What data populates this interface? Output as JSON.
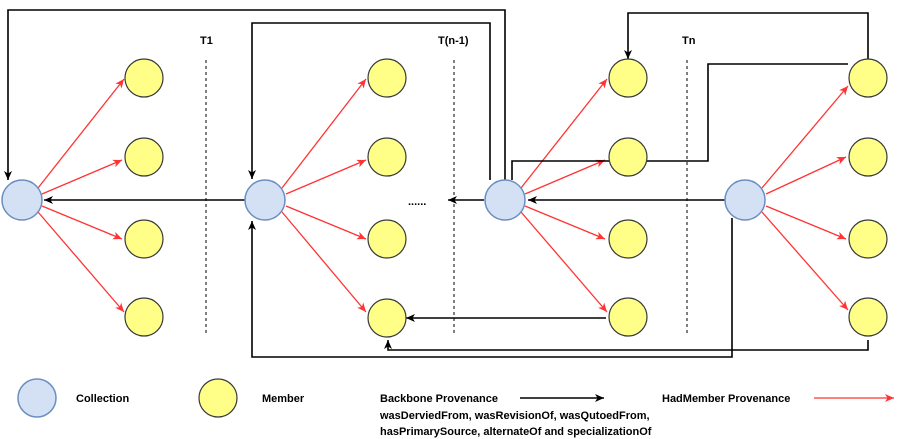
{
  "time_labels": {
    "t1": "T1",
    "tn_minus_1": "T(n-1)",
    "tn": "Tn"
  },
  "ellipsis": "......",
  "legend": {
    "collection": "Collection",
    "member": "Member",
    "backbone": "Backbone Provenance",
    "hadmember": "HadMember Provenance",
    "backbone_desc_line1": "wasDerviedFrom, wasRevisionOf, wasQutoedFrom,",
    "backbone_desc_line2": "hasPrimarySource, alternateOf and specializationOf"
  },
  "colors": {
    "collection_fill": "#d4e1f5",
    "collection_stroke": "#6c8ebf",
    "member_fill": "#ffff88",
    "member_stroke": "#36393d",
    "hadmember_arrow": "#ff3333",
    "backbone_arrow": "#000000"
  }
}
